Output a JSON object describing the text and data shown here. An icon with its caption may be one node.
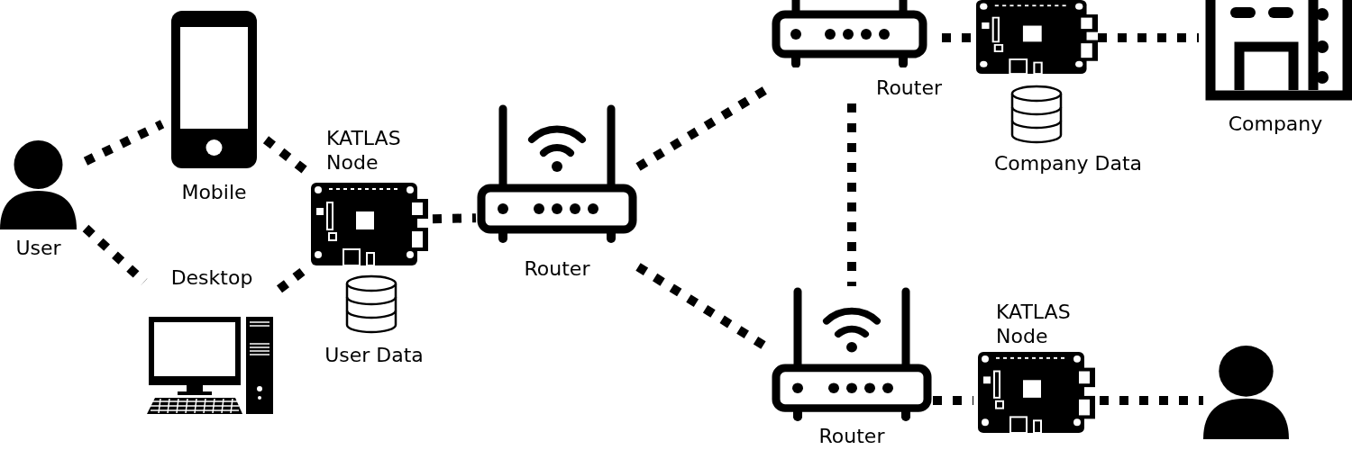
{
  "diagram": {
    "nodes": [
      {
        "text": [
          "User"
        ]
      },
      {
        "text": [
          "Mobile"
        ]
      },
      {
        "text": [
          "Desktop"
        ]
      },
      {
        "text": [
          "KATLAS Node"
        ]
      },
      {
        "text": [
          "User Data"
        ]
      },
      {
        "text": [
          "Router"
        ]
      },
      {
        "text": [
          "Router"
        ]
      },
      {
        "text": [],
        "shape": "picture"
      },
      {
        "text": [
          "Company Data"
        ]
      },
      {
        "text": [
          "Company"
        ]
      },
      {
        "text": [
          "Router"
        ]
      },
      {
        "text": [
          "KATLAS Node"
        ]
      },
      {
        "text": [],
        "shape": "person"
      }
    ],
    "edges": [
      {
        "from": 0,
        "to": 1,
        "arrow": "none"
      },
      {
        "from": 0,
        "to": 2,
        "arrow": "none"
      },
      {
        "from": 1,
        "to": 3,
        "arrow": "none"
      },
      {
        "from": 2,
        "to": 3,
        "arrow": "none"
      },
      {
        "from": 3,
        "to": 5,
        "arrow": "none"
      },
      {
        "from": 5,
        "to": 6,
        "arrow": "none"
      },
      {
        "from": 5,
        "to": 10,
        "arrow": "none"
      },
      {
        "from": 6,
        "to": 7,
        "arrow": "none"
      },
      {
        "from": 7,
        "to": 9,
        "arrow": "none"
      },
      {
        "from": 6,
        "to": 10,
        "arrow": "none"
      },
      {
        "from": 10,
        "to": 11,
        "arrow": "none"
      },
      {
        "from": 11,
        "to": 12,
        "arrow": "none"
      }
    ]
  }
}
